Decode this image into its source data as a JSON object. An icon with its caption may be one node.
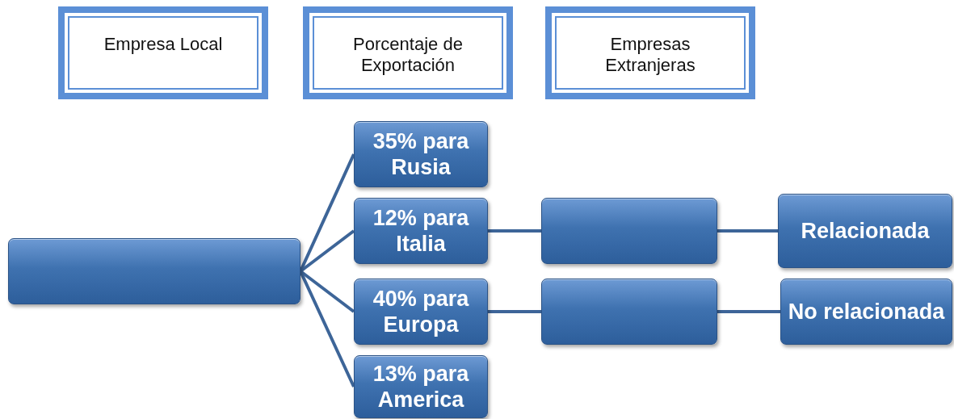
{
  "diagram": {
    "nodes": [
      {
        "text": [
          "Empresa Local"
        ]
      },
      {
        "text": [
          "Porcentaje de Exportación"
        ]
      },
      {
        "text": [
          "Empresas Extranjeras"
        ]
      },
      {
        "text": [],
        "shape": "box"
      },
      {
        "text": [
          "35% para Rusia"
        ]
      },
      {
        "text": [
          "12% para Italia"
        ]
      },
      {
        "text": [
          "40% para Europa"
        ]
      },
      {
        "text": [
          "13% para America"
        ]
      },
      {
        "text": [],
        "shape": "box"
      },
      {
        "text": [
          "Relacionada"
        ]
      },
      {
        "text": [],
        "shape": "box"
      },
      {
        "text": [
          "No relacionada"
        ]
      }
    ],
    "edges": [
      {
        "from": 3,
        "to": 4,
        "arrow": "none"
      },
      {
        "from": 3,
        "to": 5,
        "arrow": "none"
      },
      {
        "from": 3,
        "to": 6,
        "arrow": "none"
      },
      {
        "from": 3,
        "to": 7,
        "arrow": "none"
      },
      {
        "from": 5,
        "to": 8,
        "arrow": "none"
      },
      {
        "from": 8,
        "to": 9,
        "arrow": "none"
      },
      {
        "from": 6,
        "to": 10,
        "arrow": "none"
      },
      {
        "from": 10,
        "to": 11,
        "arrow": "none"
      }
    ]
  }
}
